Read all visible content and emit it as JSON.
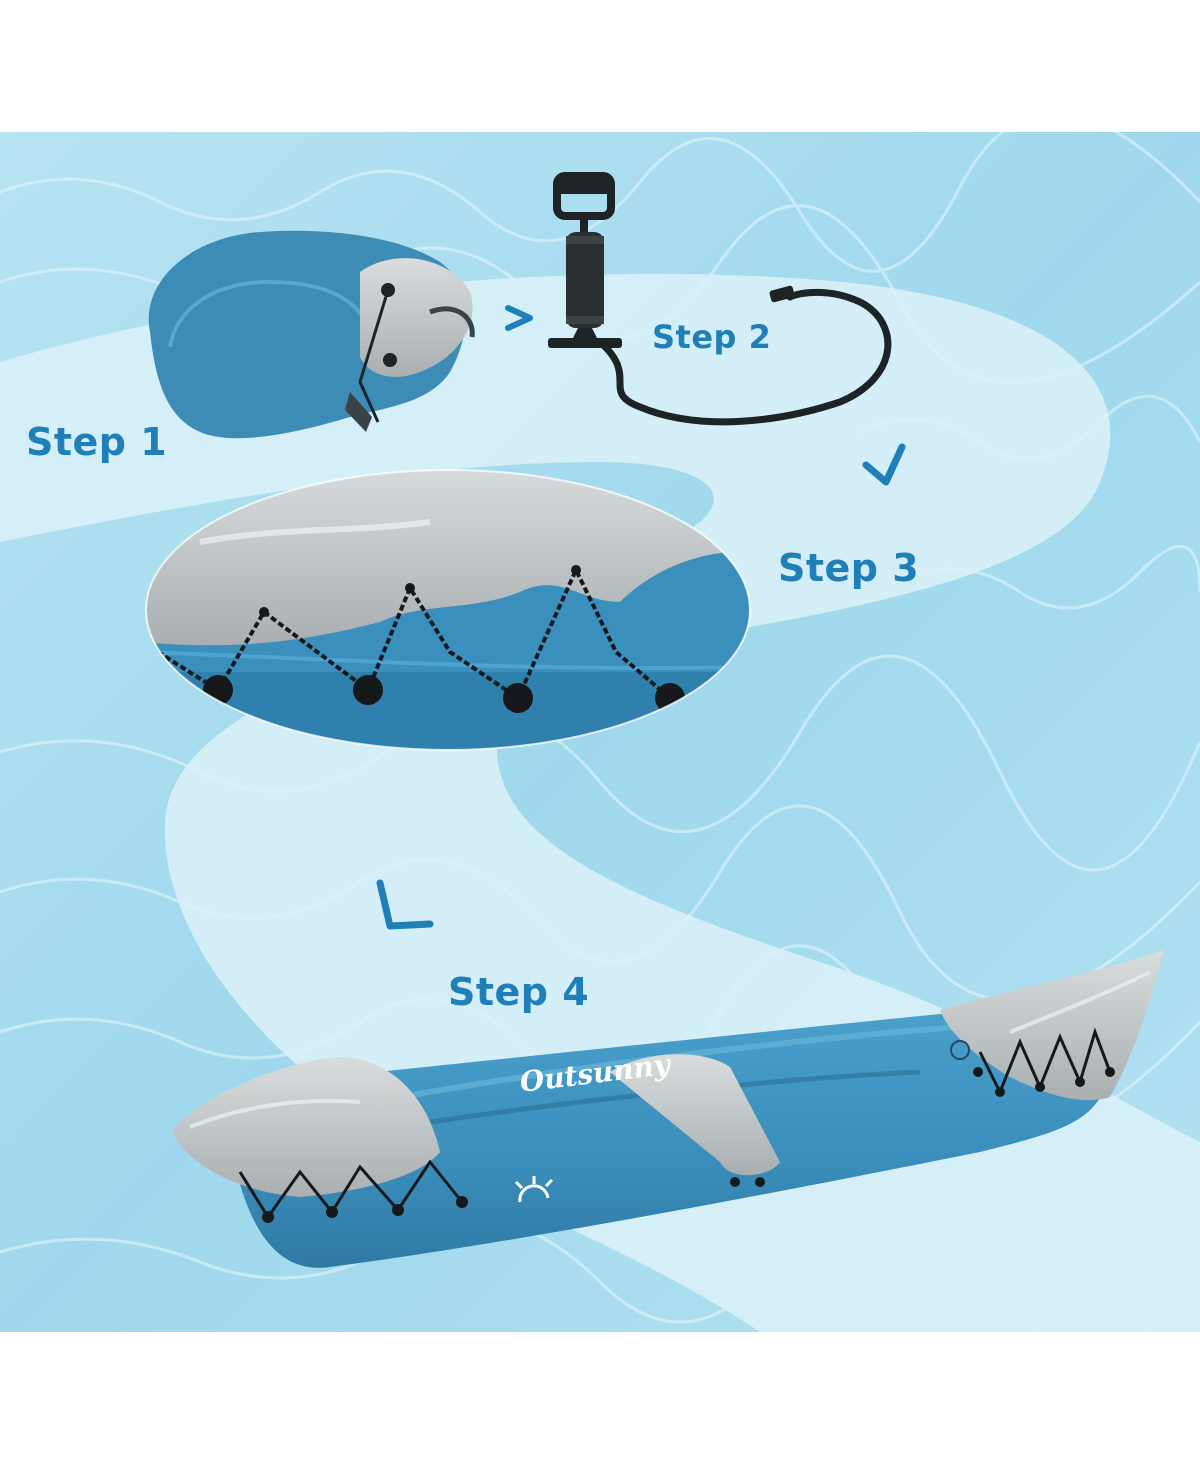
{
  "steps": [
    {
      "label": "Step 1"
    },
    {
      "label": "Step 2"
    },
    {
      "label": "Step 3"
    },
    {
      "label": "Step 4"
    }
  ],
  "brand": {
    "name": "Outsunny"
  },
  "icons": [
    "chevron-right-icon",
    "chevron-down-icon",
    "chevron-down-left-icon"
  ],
  "colors": {
    "step_text": "#1f7fb8",
    "kayak_blue": "#3a90bd",
    "kayak_grey": "#c8cccd",
    "water": "#a6dcee",
    "path": "#d6eef7"
  }
}
